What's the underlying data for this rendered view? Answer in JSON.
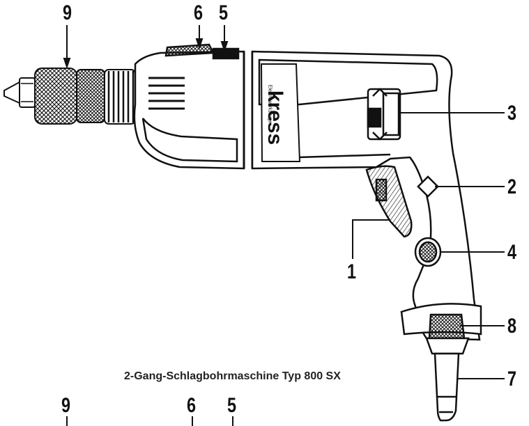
{
  "labels": {
    "chuck": "9",
    "gear_switch": "6",
    "selector": "5",
    "impact_switch": "3",
    "speed_control": "2",
    "trigger": "1",
    "lock_button": "4",
    "cable_guard": "8",
    "cable": "7"
  },
  "caption": "2-Gang-Schlagbohrmaschine Typ 800 SX",
  "brand": {
    "name": "kress",
    "tagline": "Elektrowerkzeuge"
  },
  "repeated_labels": [
    "9",
    "6",
    "5"
  ],
  "colors": {
    "ink": "#111111",
    "paper": "#ffffff"
  }
}
